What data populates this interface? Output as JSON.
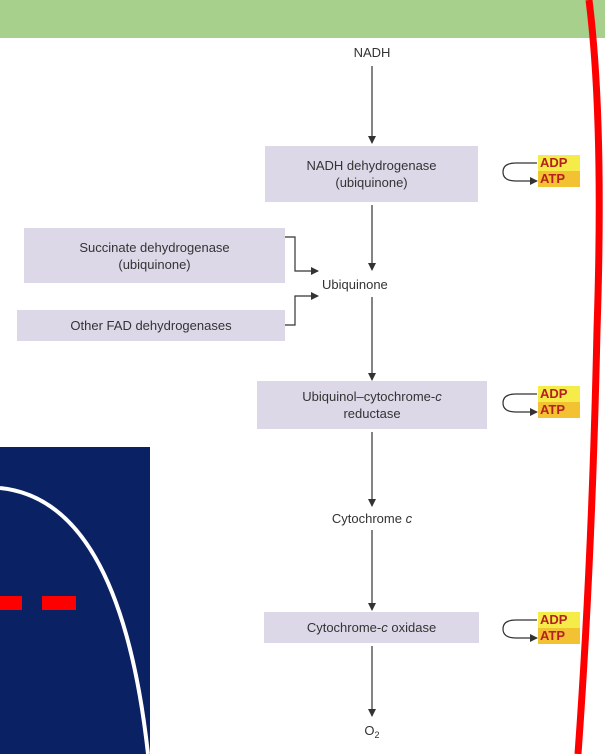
{
  "colors": {
    "header_green": "#a8d08d",
    "navy_panel": "#0a2264",
    "box_fill": "#dcd8e8",
    "accent_red": "#ff0000",
    "adp_yellow": "#f5ec4a",
    "atp_orange": "#f3c232"
  },
  "chain": {
    "nadh": "NADH",
    "complex1": {
      "line1": "NADH dehydrogenase",
      "line2": "(ubiquinone)"
    },
    "succinate": {
      "line1": "Succinate dehydrogenase",
      "line2": "(ubiquinone)"
    },
    "other_fad": "Other FAD dehydrogenases",
    "ubiquinone": "Ubiquinone",
    "complex3": {
      "line1_prefix": "Ubiquinol–cytochrome-",
      "line1_italic": "c",
      "line2": "reductase"
    },
    "cyt_c": {
      "prefix": "Cytochrome ",
      "italic": "c"
    },
    "complex4": {
      "prefix": "Cytochrome-",
      "italic": "c",
      "suffix": " oxidase"
    },
    "o2": {
      "base": "O",
      "sub": "2"
    }
  },
  "energy": {
    "site1": {
      "adp": "ADP",
      "atp": "ATP"
    },
    "site2": {
      "adp": "ADP",
      "atp": "ATP"
    },
    "site3": {
      "adp": "ADP",
      "atp": "ATP"
    }
  }
}
